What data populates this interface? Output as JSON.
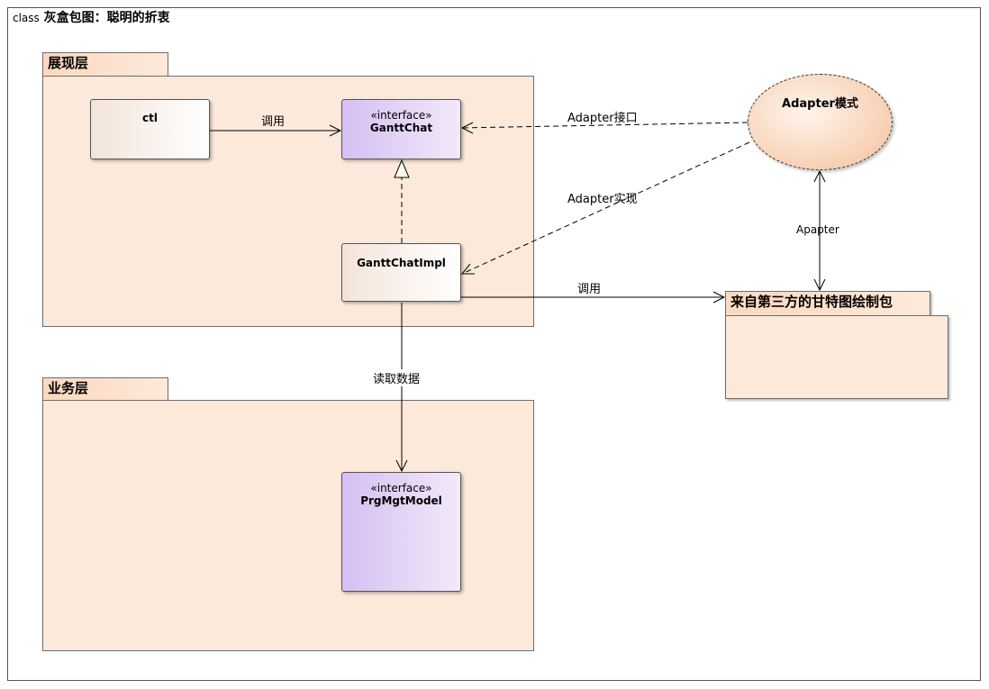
{
  "frame": {
    "keyword": "class",
    "title": "灰盒包图：聪明的折衷"
  },
  "packages": {
    "presentation": {
      "name": "展现层"
    },
    "business": {
      "name": "业务层"
    },
    "thirdparty": {
      "name": "来自第三方的甘特图绘制包"
    }
  },
  "classes": {
    "ctl": {
      "name": "ctl"
    },
    "gantt_chat": {
      "stereotype": "«interface»",
      "name": "GanttChat"
    },
    "gantt_chat_impl": {
      "name": "GanttChatImpl"
    },
    "prg_mgt_model": {
      "stereotype": "«interface»",
      "name": "PrgMgtModel"
    }
  },
  "pattern": {
    "name": "Adapter模式"
  },
  "connectors": {
    "ctl_call": "调用",
    "adapter_interface": "Adapter接口",
    "adapter_impl": "Adapter实现",
    "apapter": "Apapter",
    "impl_call": "调用",
    "read_data": "读取数据"
  },
  "colors": {
    "package_fill": "#fde9da",
    "interface_fill": "#d6bff2",
    "line": "#000000"
  }
}
